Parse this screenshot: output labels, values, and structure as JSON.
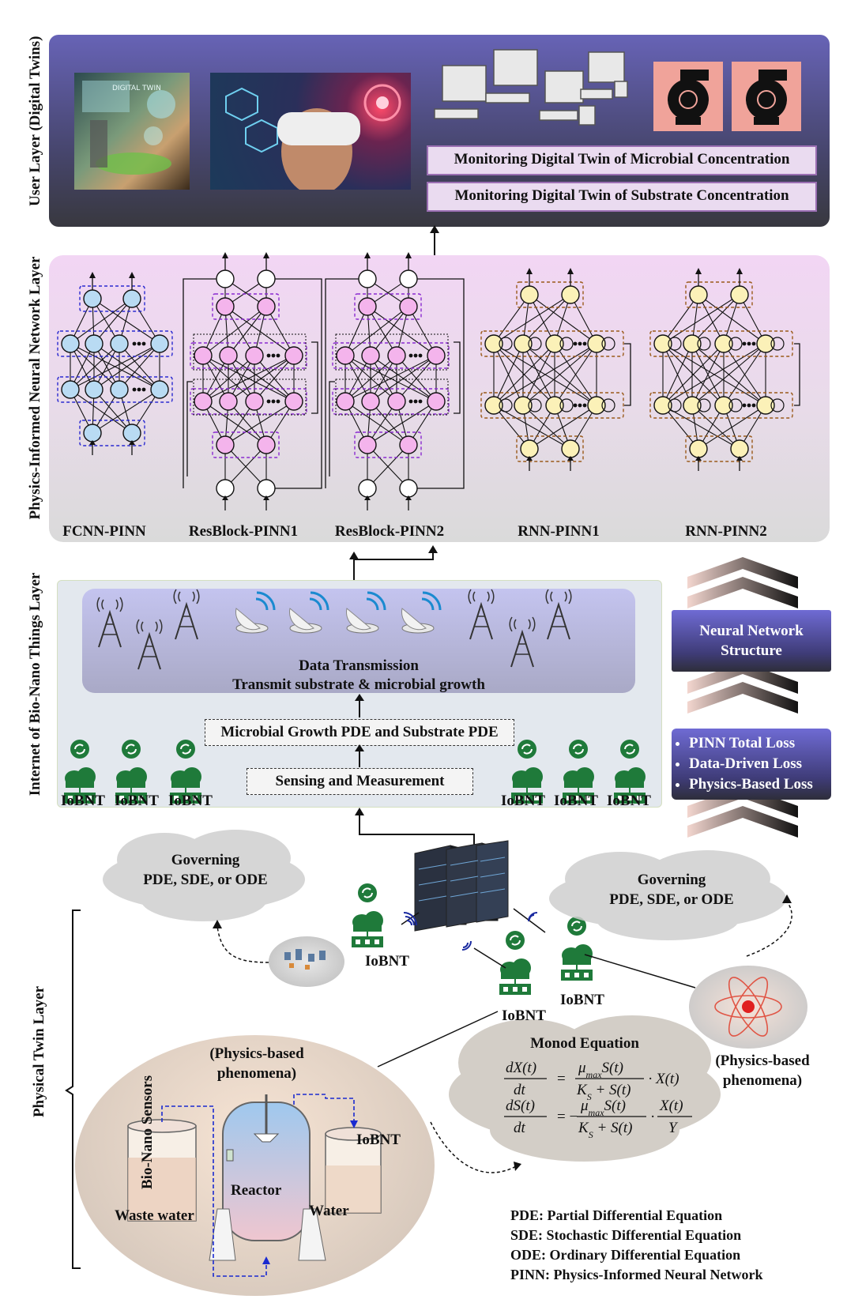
{
  "layers": {
    "user": "User Layer  (Digital Twins)",
    "pinn": "Physics-Informed Neural Network  Layer",
    "iobnt": "Internet of Bio-Nano Things  Layer",
    "physical": "Physical Twin Layer"
  },
  "user_layer": {
    "monitor_microbial": "Monitoring Digital Twin of Microbial Concentration",
    "monitor_substrate": "Monitoring Digital Twin of Substrate Concentration",
    "thumb1_text": "DIGITAL TWIN"
  },
  "networks": [
    "FCNN-PINN",
    "ResBlock-PINN1",
    "ResBlock-PINN2",
    "RNN-PINN1",
    "RNN-PINN2"
  ],
  "iobnt_layer": {
    "data_transmission_title": "Data Transmission",
    "data_transmission_sub": "Transmit substrate & microbial growth",
    "pde_box": "Microbial Growth PDE and Substrate PDE",
    "sensing_box": "Sensing and Measurement",
    "node_label": "IoBNT"
  },
  "side": {
    "nn_structure": "Neural Network Structure",
    "loss_items": [
      "PINN Total Loss",
      "Data-Driven Loss",
      "Physics-Based Loss"
    ]
  },
  "physical": {
    "cloud_left_l1": "Governing",
    "cloud_left_l2": "PDE, SDE, or ODE",
    "cloud_right_l1": "Governing",
    "cloud_right_l2": "PDE, SDE, or ODE",
    "phenomena_right_l1": "(Physics-based",
    "phenomena_right_l2": "phenomena)",
    "phenomena_center_l1": "(Physics-based",
    "phenomena_center_l2": "phenomena)",
    "monod_title": "Monod Equation",
    "bio_nano_sensors": "Bio-Nano Sensors",
    "reactor": "Reactor",
    "waste_water": "Waste water",
    "water": "Water",
    "iobnt": "IoBNT"
  },
  "legend": [
    "PDE: Partial Differential Equation",
    "SDE: Stochastic Differential Equation",
    "ODE: Ordinary Differential Equation",
    "PINN: Physics-Informed Neural Network"
  ],
  "colors": {
    "user_panel_top": "#6a63b8",
    "user_panel_bottom": "#3a3a46",
    "pinn_panel_top": "#f0d8f2",
    "pinn_panel_bottom": "#d9d9d9",
    "fcnn_node": "#b9dbf3",
    "res_node": "#f4b4ec",
    "rnn_node": "#fbf1b8",
    "iobnt_green": "#1f7a3a"
  }
}
